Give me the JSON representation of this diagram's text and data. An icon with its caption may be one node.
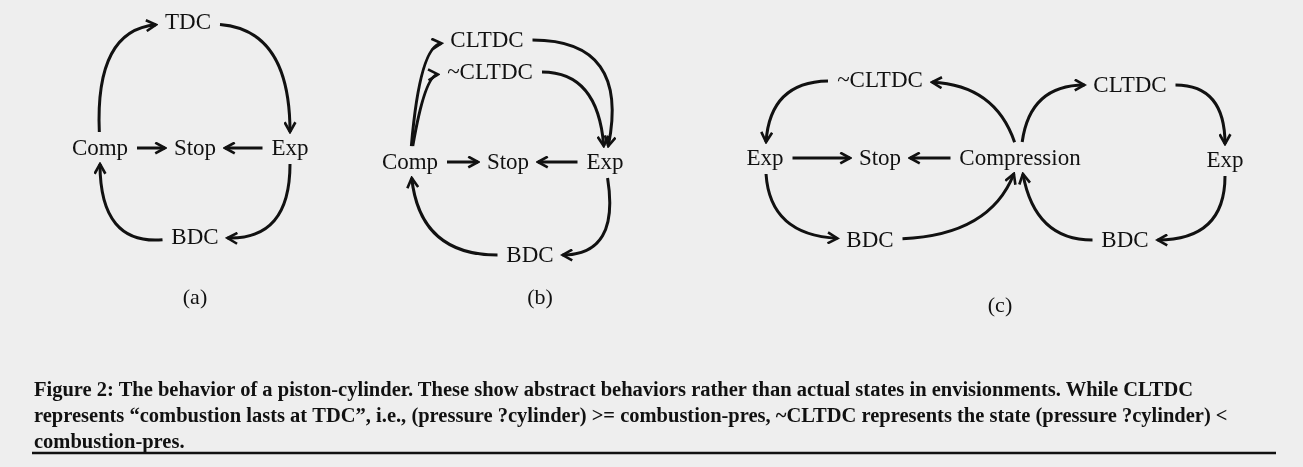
{
  "diagram": {
    "caption": "Figure 2: The behavior of a piston-cylinder. These show abstract behaviors rather than actual states in envisionments. While **CLTDC** represents “combustion lasts at **TDC**”, i.e., **(pressure ?cylinder) >= combustion-pres**, **~CLTDC** represents the state **(pressure ?cylinder) < combustion-pres**.",
    "nodes": [
      {
        "text": [
          "TDC"
        ]
      },
      {
        "text": [
          "Comp"
        ]
      },
      {
        "text": [
          "Stop"
        ]
      },
      {
        "text": [
          "Exp"
        ]
      },
      {
        "text": [
          "BDC"
        ]
      },
      {
        "text": [
          "CLTDC"
        ]
      },
      {
        "text": [
          "~CLTDC"
        ]
      },
      {
        "text": [
          "Comp"
        ]
      },
      {
        "text": [
          "Stop"
        ]
      },
      {
        "text": [
          "Exp"
        ]
      },
      {
        "text": [
          "BDC"
        ]
      },
      {
        "text": [
          "~CLTDC"
        ]
      },
      {
        "text": [
          "CLTDC"
        ]
      },
      {
        "text": [
          "Exp"
        ]
      },
      {
        "text": [
          "Stop"
        ]
      },
      {
        "text": [
          "Compression"
        ]
      },
      {
        "text": [
          "Exp"
        ]
      },
      {
        "text": [
          "BDC"
        ]
      },
      {
        "text": [
          "BDC"
        ]
      }
    ],
    "edges": [
      {
        "from": 1,
        "to": 0,
        "arrow": "to"
      },
      {
        "from": 0,
        "to": 3,
        "arrow": "to"
      },
      {
        "from": 3,
        "to": 4,
        "arrow": "to"
      },
      {
        "from": 4,
        "to": 1,
        "arrow": "to"
      },
      {
        "from": 1,
        "to": 2,
        "arrow": "to"
      },
      {
        "from": 3,
        "to": 2,
        "arrow": "to"
      },
      {
        "from": 7,
        "to": 5,
        "arrow": "to"
      },
      {
        "from": 7,
        "to": 6,
        "arrow": "to"
      },
      {
        "from": 5,
        "to": 9,
        "arrow": "to"
      },
      {
        "from": 6,
        "to": 9,
        "arrow": "to"
      },
      {
        "from": 9,
        "to": 10,
        "arrow": "to"
      },
      {
        "from": 10,
        "to": 7,
        "arrow": "to"
      },
      {
        "from": 7,
        "to": 8,
        "arrow": "to"
      },
      {
        "from": 9,
        "to": 8,
        "arrow": "to"
      },
      {
        "from": 15,
        "to": 11,
        "arrow": "to"
      },
      {
        "from": 11,
        "to": 13,
        "arrow": "to"
      },
      {
        "from": 13,
        "to": 17,
        "arrow": "to"
      },
      {
        "from": 17,
        "to": 15,
        "arrow": "to"
      },
      {
        "from": 13,
        "to": 14,
        "arrow": "to"
      },
      {
        "from": 15,
        "to": 14,
        "arrow": "to"
      },
      {
        "from": 15,
        "to": 12,
        "arrow": "to"
      },
      {
        "from": 12,
        "to": 16,
        "arrow": "to"
      },
      {
        "from": 16,
        "to": 18,
        "arrow": "to"
      },
      {
        "from": 18,
        "to": 15,
        "arrow": "to"
      }
    ],
    "labels": [
      "(a)",
      "(b)",
      "(c)"
    ]
  }
}
